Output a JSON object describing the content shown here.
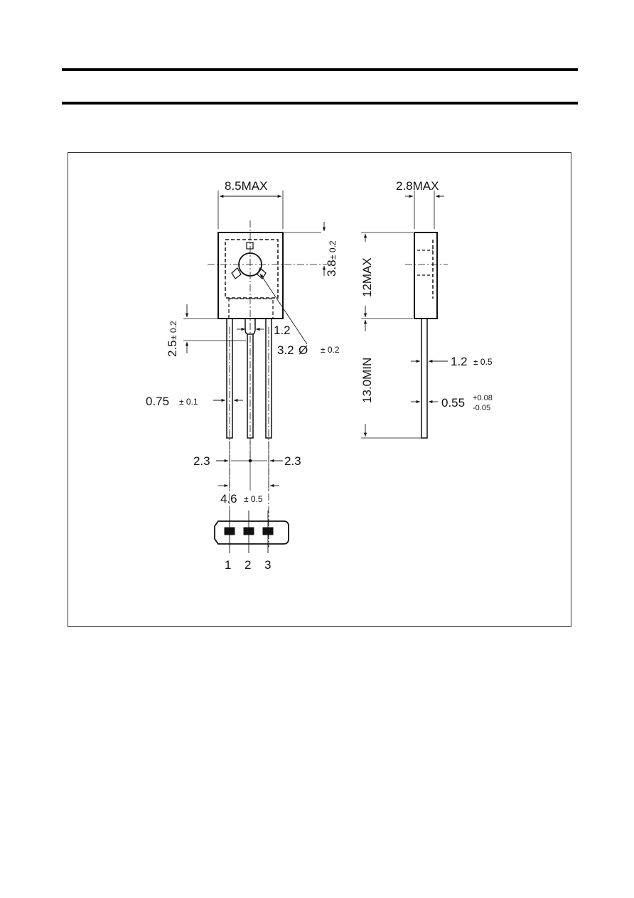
{
  "dimensions": {
    "width_max": "8.5MAX",
    "thickness_max": "2.8MAX",
    "hole_offset": "3.8",
    "hole_offset_tol": "± 0.2",
    "lead_shoulder": "2.5",
    "lead_shoulder_tol": "± 0.2",
    "lead_width_top": "1.2",
    "hole_dia": "3.2",
    "hole_dia_symbol": "Ø",
    "hole_dia_tol": "± 0.2",
    "lead_width": "0.75",
    "lead_width_tol": "± 0.1",
    "pitch_left": "2.3",
    "pitch_right": "2.3",
    "lead_span": "4.6",
    "lead_span_tol": "± 0.5",
    "body_height_max": "12MAX",
    "lead_length_min": "13.0MIN",
    "side_lead_width": "1.2",
    "side_lead_width_tol": "± 0.5",
    "lead_thickness": "0.55",
    "lead_thickness_tol_plus": "+0.08",
    "lead_thickness_tol_minus": "-0.05"
  },
  "pins": [
    "1",
    "2",
    "3"
  ]
}
